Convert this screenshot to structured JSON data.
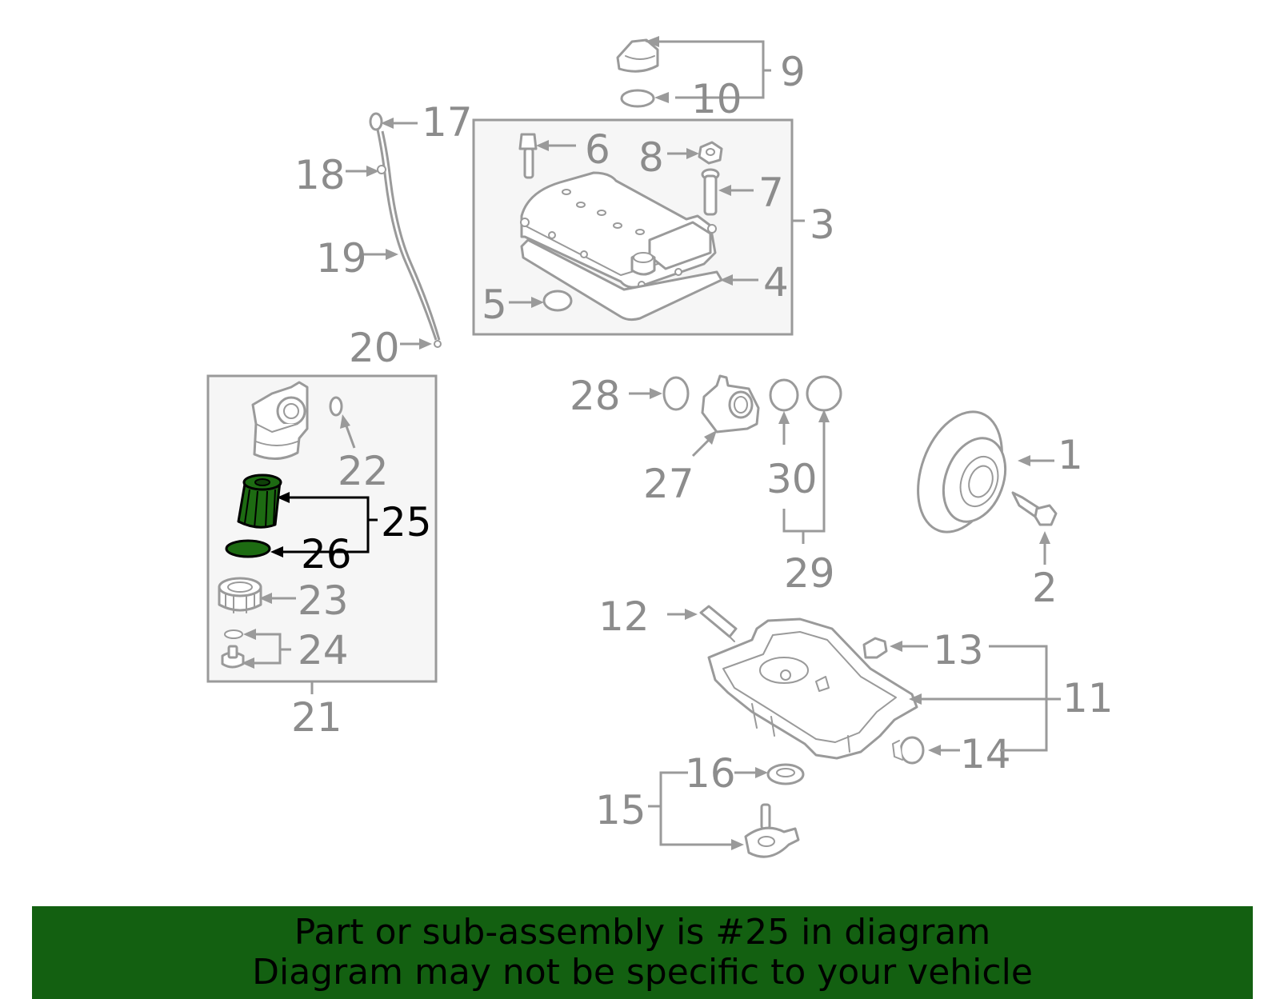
{
  "labels": {
    "p1": "1",
    "p2": "2",
    "p3": "3",
    "p4": "4",
    "p5": "5",
    "p6": "6",
    "p7": "7",
    "p8": "8",
    "p9": "9",
    "p10": "10",
    "p11": "11",
    "p12": "12",
    "p13": "13",
    "p14": "14",
    "p15": "15",
    "p16": "16",
    "p17": "17",
    "p18": "18",
    "p19": "19",
    "p20": "20",
    "p21": "21",
    "p22": "22",
    "p23": "23",
    "p24": "24",
    "p25": "25",
    "p26": "26",
    "p27": "27",
    "p28": "28",
    "p29": "29",
    "p30": "30"
  },
  "highlight": {
    "part_number": "25",
    "color": "#1d6b12"
  },
  "banner": {
    "line1": "Part or sub-assembly is #25 in diagram",
    "line2": "Diagram may not be specific to your vehicle",
    "background": "#136011"
  }
}
